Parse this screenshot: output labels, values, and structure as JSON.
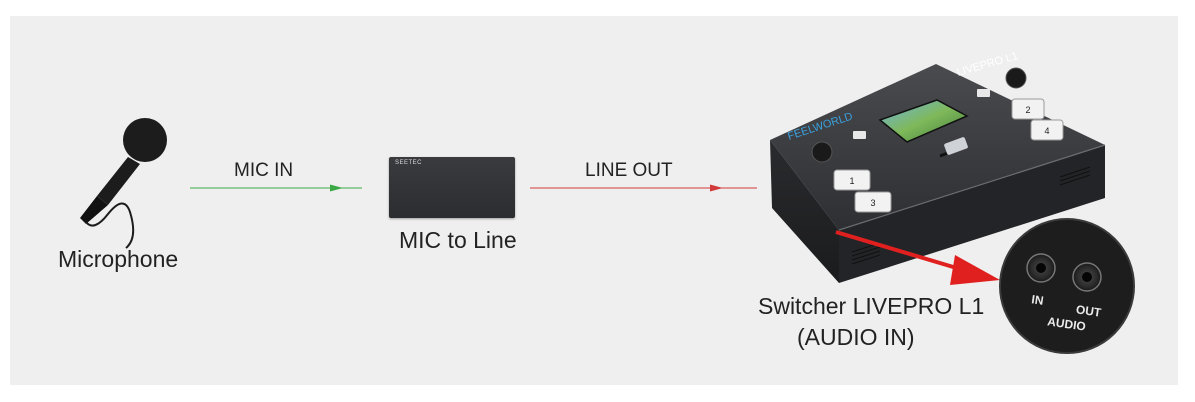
{
  "panel": {
    "background": "#efefef"
  },
  "microphone": {
    "label": "Microphone",
    "icon": "microphone-icon"
  },
  "links": [
    {
      "label": "MIC IN",
      "color": "#3aa845"
    },
    {
      "label": "LINE OUT",
      "color": "#d23a3a"
    }
  ],
  "converter": {
    "brand": "SEETEC",
    "label": "MIC to Line"
  },
  "switcher": {
    "brand": "FEELWORLD",
    "model": "LIVEPRO L1",
    "label": "Switcher LIVEPRO L1",
    "sublabel": "(AUDIO IN)",
    "buttons": [
      "1",
      "2",
      "3",
      "4"
    ],
    "pointer_color": "#e0201f"
  },
  "audio_jack": {
    "in_label": "IN",
    "out_label": "OUT",
    "group_label": "AUDIO"
  }
}
